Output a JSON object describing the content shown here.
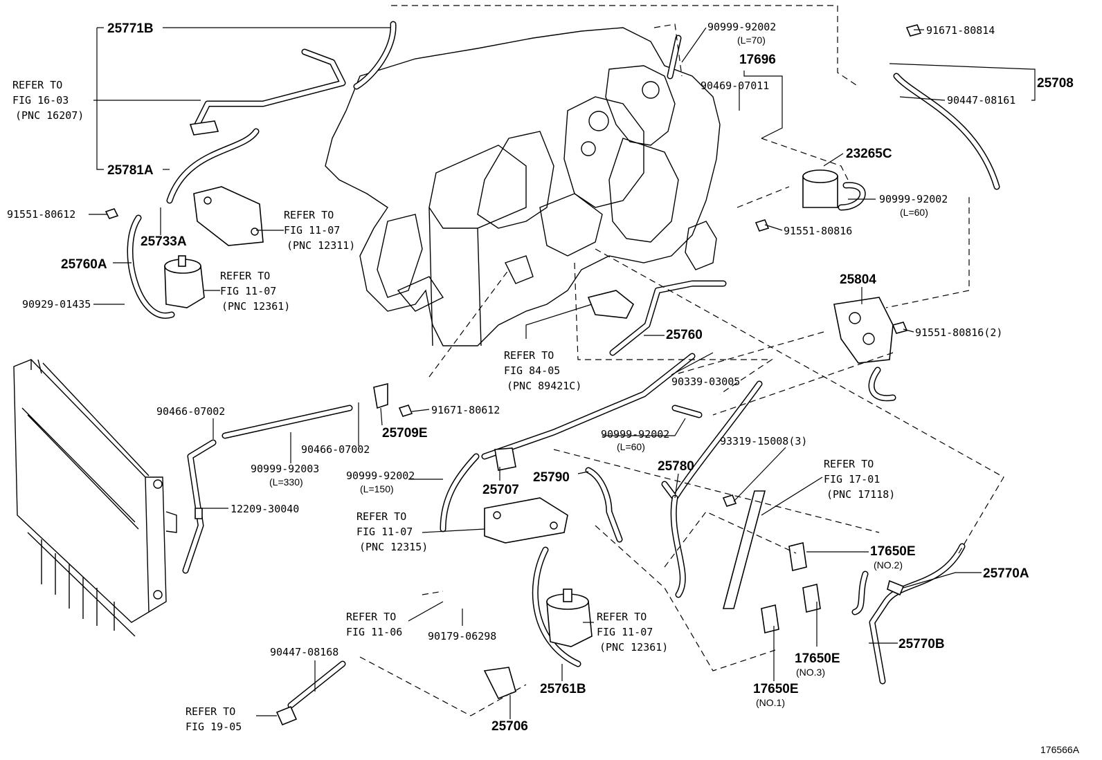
{
  "labels": {
    "p25771b": "25771B",
    "refer_16_03": [
      "REFER TO",
      "FIG 16-03",
      "(PNC 16207)"
    ],
    "p25781a": "25781A",
    "p91551_80612": "91551-80612",
    "p25733a": "25733A",
    "refer_11_07_a": [
      "REFER TO",
      "FIG 11-07",
      "(PNC 12311)"
    ],
    "p25760a": "25760A",
    "refer_11_07_b": [
      "REFER TO",
      "FIG 11-07",
      "(PNC 12361)"
    ],
    "p90929_01435": "90929-01435",
    "p90999_92002_top": "90999-92002",
    "l70": "(L=70)",
    "p17696": "17696",
    "p90469_07011": "90469-07011",
    "p23265c": "23265C",
    "p90999_92002_right": "90999-92002",
    "l60_right": "(L=60)",
    "p91551_80816": "91551-80816",
    "p91671_80814": "91671-80814",
    "p25708": "25708",
    "p90447_08161": "90447-08161",
    "p25804": "25804",
    "p91551_80816_2": "91551-80816(2)",
    "p25760": "25760",
    "refer_84_05": [
      "REFER TO",
      "FIG 84-05",
      "(PNC 89421C)"
    ],
    "p90339_03005": "90339-03005",
    "p90466_07002_a": "90466-07002",
    "p91671_80612": "91671-80612",
    "p25709e": "25709E",
    "p90466_07002_b": "90466-07002",
    "p90999_92003": "90999-92003",
    "l330": "(L=330)",
    "p90999_92002_mid": "90999-92002",
    "l60_mid": "(L=60)",
    "p93319_15008": "93319-15008(3)",
    "refer_17_01": [
      "REFER TO",
      "FIG 17-01",
      "(PNC 17118)"
    ],
    "p12209_30040": "12209-30040",
    "p90999_92002_low": "90999-92002",
    "l150": "(L=150)",
    "p25707": "25707",
    "p25790": "25790",
    "p25780": "25780",
    "refer_11_07_c": [
      "REFER TO",
      "FIG 11-07",
      "(PNC 12315)"
    ],
    "p17650e_no2": "17650E",
    "no2": "(NO.2)",
    "p25770a": "25770A",
    "refer_11_06": [
      "REFER TO",
      "FIG 11-06"
    ],
    "p90179_06298": "90179-06298",
    "refer_11_07_d": [
      "REFER TO",
      "FIG 11-07",
      "(PNC 12361)"
    ],
    "p25770b": "25770B",
    "p17650e_no3": "17650E",
    "no3": "(NO.3)",
    "p90447_08168": "90447-08168",
    "refer_19_05": [
      "REFER TO",
      "FIG 19-05"
    ],
    "p25761b": "25761B",
    "p17650e_no1": "17650E",
    "no1": "(NO.1)",
    "p25706": "25706",
    "figure_id": "176566A"
  }
}
